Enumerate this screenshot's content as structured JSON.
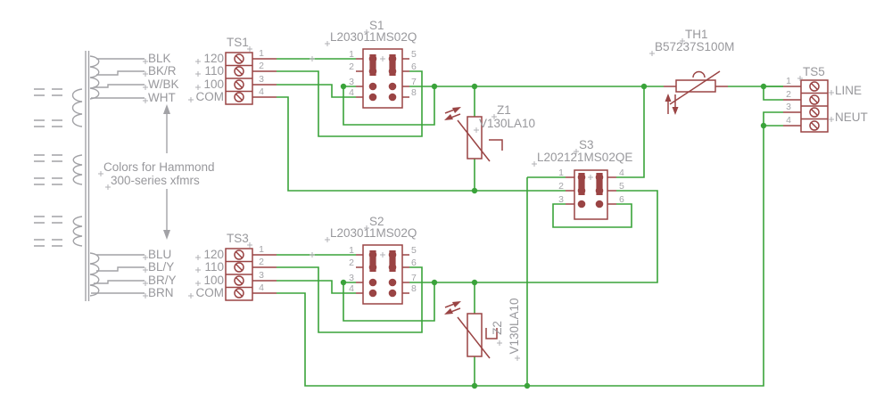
{
  "colors": {
    "wire": "#3aa33a",
    "component": "#9a4444",
    "text": "#98989c"
  },
  "note": {
    "line1": "Colors for Hammond",
    "line2": "300-series xfmrs"
  },
  "transformer": {
    "top_taps": [
      "BLK",
      "BK/R",
      "W/BK",
      "WHT"
    ],
    "bottom_taps": [
      "BLU",
      "BL/Y",
      "BR/Y",
      "BRN"
    ]
  },
  "ts1": {
    "name": "TS1",
    "taps": [
      "120",
      "110",
      "100",
      "COM"
    ],
    "pins": [
      "1",
      "2",
      "3",
      "4"
    ]
  },
  "ts3": {
    "name": "TS3",
    "taps": [
      "120",
      "110",
      "100",
      "COM"
    ],
    "pins": [
      "1",
      "2",
      "3",
      "4"
    ]
  },
  "ts5": {
    "name": "TS5",
    "pins": [
      "1",
      "2",
      "3",
      "4"
    ],
    "net_labels": [
      "LINE",
      "NEUT"
    ]
  },
  "s1": {
    "name": "S1",
    "value": "L203011MS02Q",
    "left_pins": [
      "1",
      "2",
      "3",
      "4"
    ],
    "right_pins": [
      "5",
      "6",
      "7",
      "8"
    ]
  },
  "s2": {
    "name": "S2",
    "value": "L203011MS02Q",
    "left_pins": [
      "1",
      "2",
      "3",
      "4"
    ],
    "right_pins": [
      "5",
      "6",
      "7",
      "8"
    ]
  },
  "s3": {
    "name": "S3",
    "value": "L202121MS02QE",
    "left_pins": [
      "1",
      "2",
      "3"
    ],
    "right_pins": [
      "4",
      "5",
      "6"
    ]
  },
  "z1": {
    "name": "Z1",
    "value": "V130LA10"
  },
  "z2": {
    "name": "Z2",
    "value": "V130LA10"
  },
  "th1": {
    "name": "TH1",
    "value": "B57237S100M"
  }
}
